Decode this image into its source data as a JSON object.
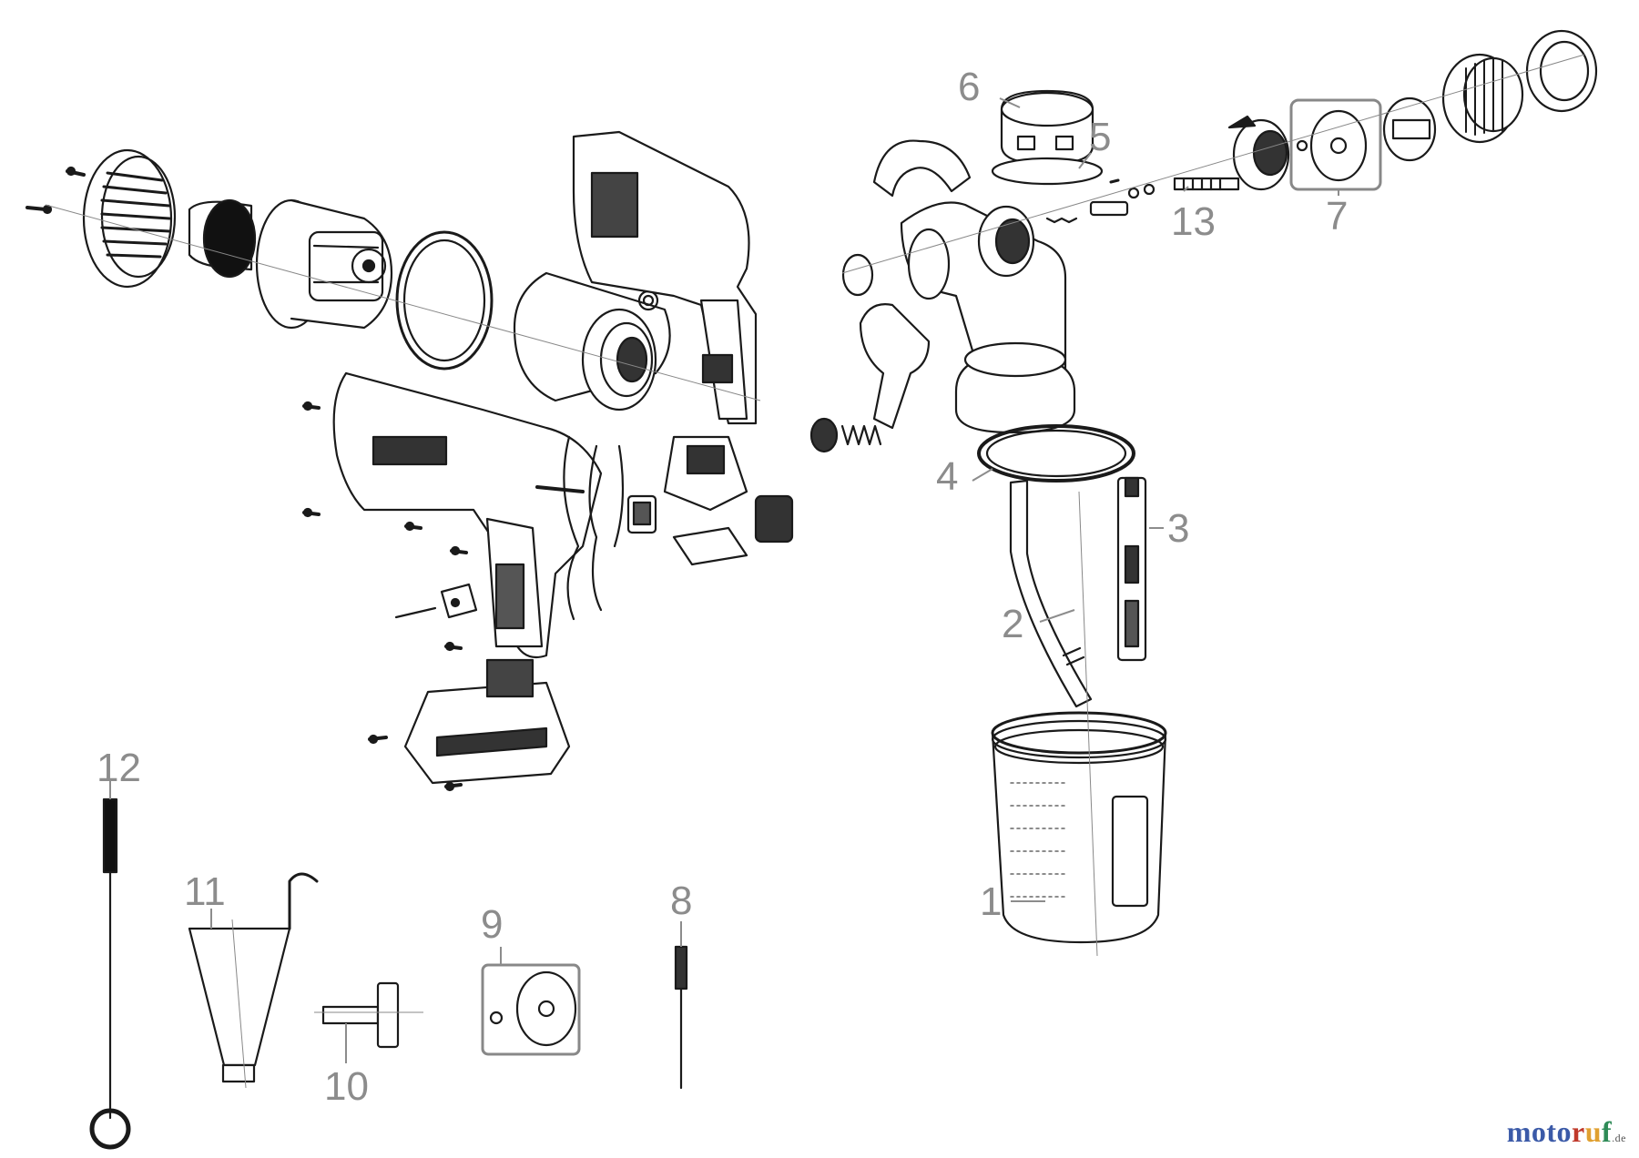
{
  "diagram": {
    "callouts": [
      "1",
      "2",
      "3",
      "4",
      "5",
      "6",
      "7",
      "8",
      "9",
      "10",
      "11",
      "12",
      "13"
    ]
  },
  "brand": {
    "logo_text": "motoruf",
    "logo_suffix": ".de",
    "colors": {
      "moto": "#3b5aa8",
      "r": "#c0392b",
      "u": "#e0a030",
      "f": "#2e8b57"
    }
  }
}
